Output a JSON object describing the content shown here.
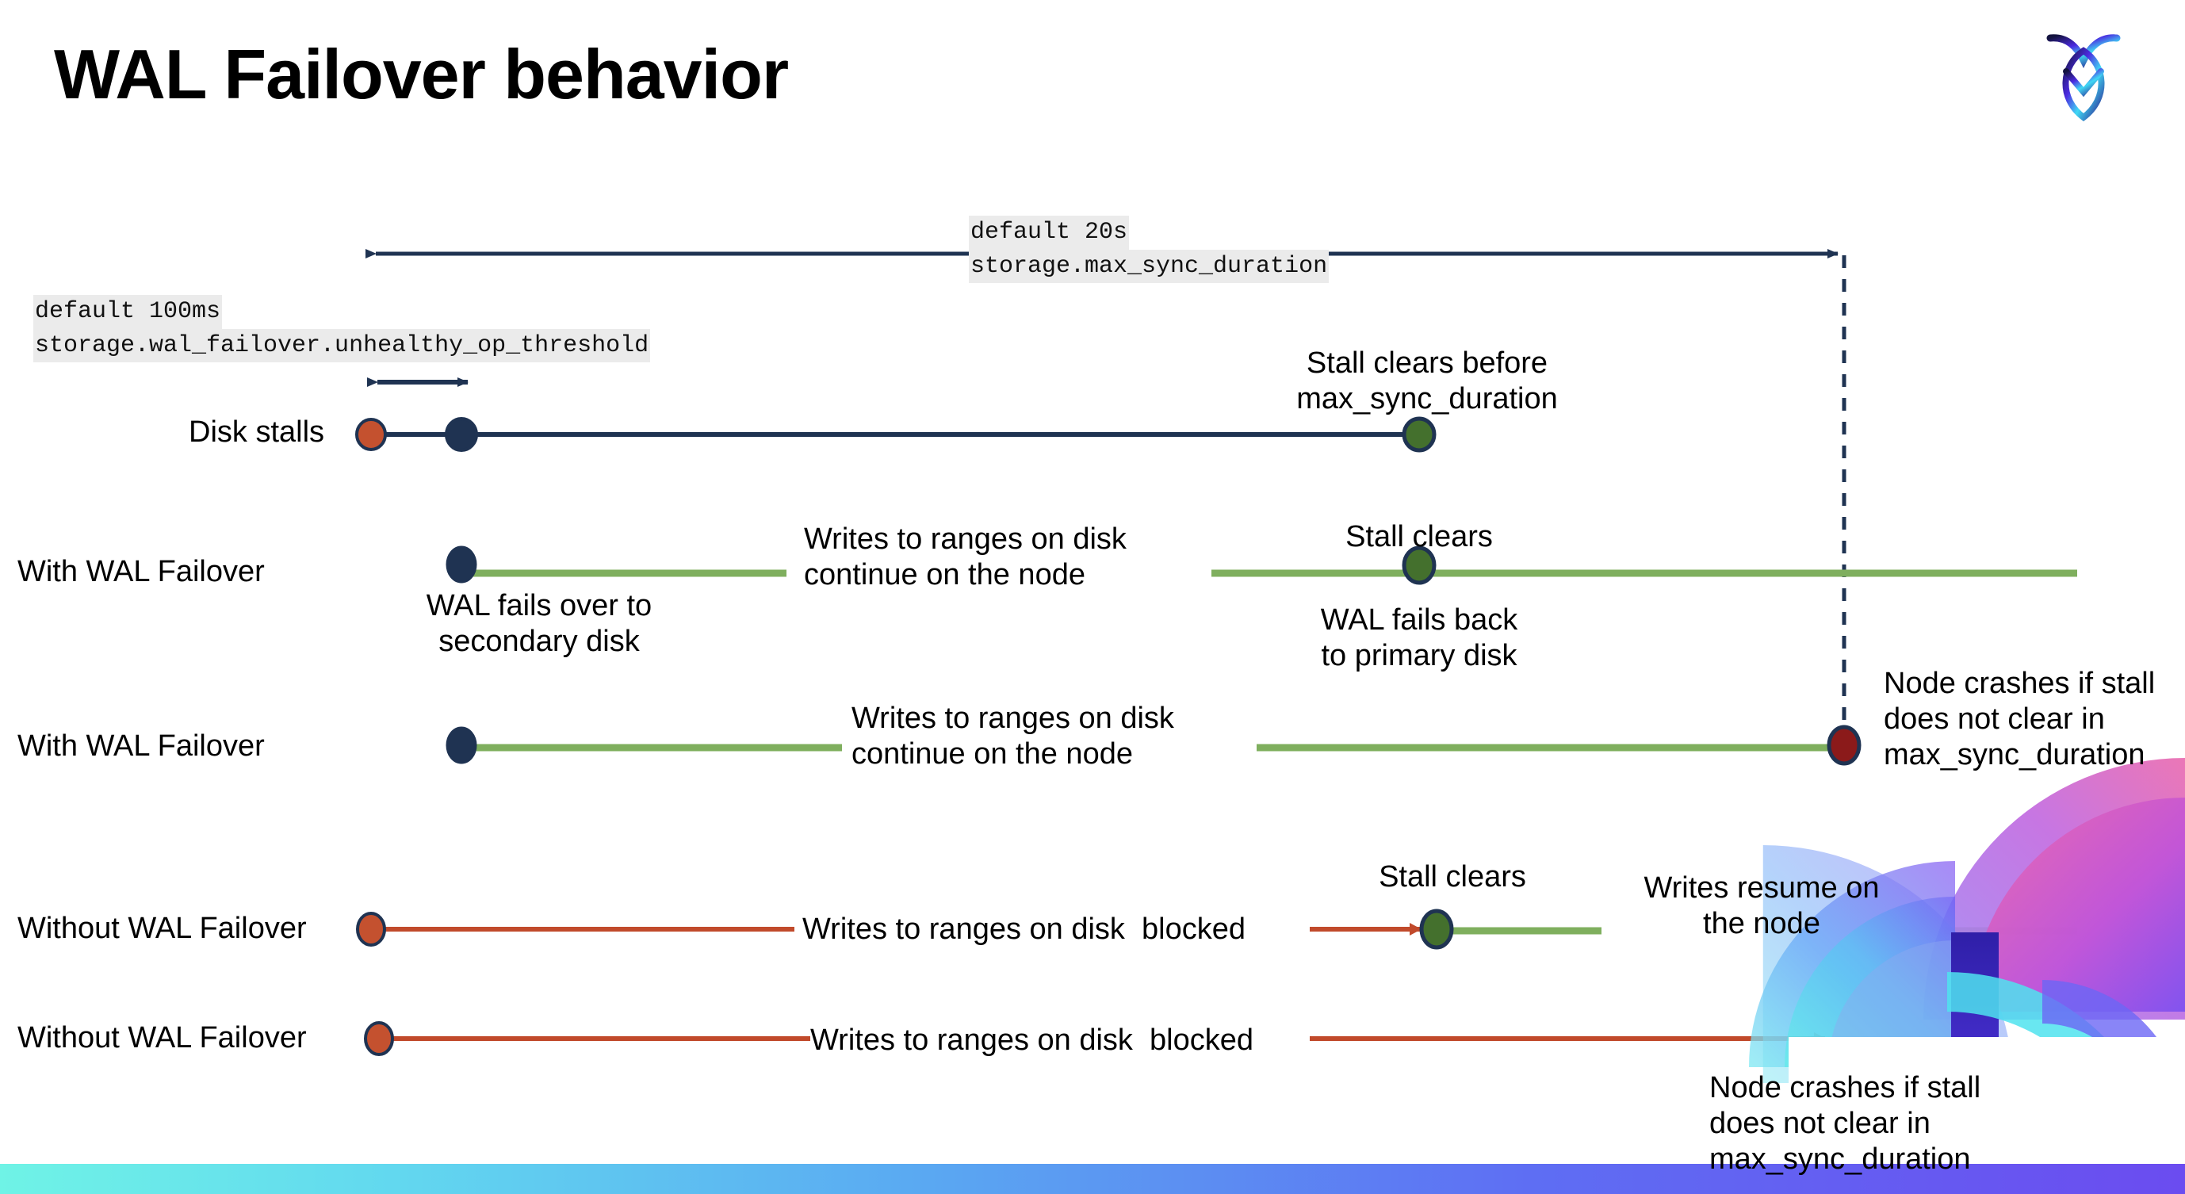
{
  "slide": {
    "title": "WAL Failover behavior",
    "logo_name": "cockroachdb-logo"
  },
  "annotations": {
    "max_sync": {
      "line1": "default 20s",
      "line2": "storage.max_sync_duration"
    },
    "unhealthy_op": {
      "line1": "default 100ms",
      "line2": "storage.wal_failover.unhealthy_op_threshold"
    }
  },
  "rows": [
    {
      "label": "Disk stalls",
      "notes": [
        {
          "text_line1": "Stall clears before",
          "text_line2": "max_sync_duration"
        }
      ]
    },
    {
      "label": "With WAL Failover",
      "notes": [
        {
          "text_line1": "WAL fails over to",
          "text_line2": "secondary disk"
        },
        {
          "text_line1": "Writes to ranges on disk",
          "text_line2": "continue on the node"
        },
        {
          "text_line1": "Stall clears",
          "text_line2": ""
        },
        {
          "text_line1": "WAL fails  back",
          "text_line2": "to primary disk"
        }
      ]
    },
    {
      "label": "With WAL Failover",
      "notes": [
        {
          "text_line1": "Writes to ranges on disk",
          "text_line2": "continue on the node"
        },
        {
          "text_line1": "Node crashes if stall",
          "text_line2": "does not clear in",
          "text_line3": "max_sync_duration"
        }
      ]
    },
    {
      "label": "Without WAL Failover",
      "notes": [
        {
          "text_line1": "Writes to ranges on disk  blocked",
          "text_line2": ""
        },
        {
          "text_line1": "Stall clears",
          "text_line2": ""
        },
        {
          "text_line1": "Writes resume on",
          "text_line2": "the node"
        }
      ]
    },
    {
      "label": "Without WAL Failover",
      "notes": [
        {
          "text_line1": "Writes to ranges on disk  blocked",
          "text_line2": ""
        },
        {
          "text_line1": "Node crashes if stall",
          "text_line2": "does not clear in",
          "text_line3": "max_sync_duration"
        }
      ]
    }
  ],
  "colors": {
    "navy": "#1F3352",
    "orange_dot": "#C4512F",
    "orange_line": "#C14A2B",
    "green_dot": "#44702D",
    "green_line": "#7FAF5E",
    "dark_red_dot": "#8B1A1A",
    "code_bg": "#EBEBEB",
    "text": "#000000"
  },
  "chart_data": {
    "type": "timeline",
    "title": "WAL Failover behavior",
    "xlabel": "",
    "ylabel": "",
    "annotations": [
      {
        "name": "storage.max_sync_duration",
        "value": "20s",
        "span": [
          460,
          2330
        ]
      },
      {
        "name": "storage.wal_failover.unhealthy_op_threshold",
        "value": "100ms",
        "span": [
          463,
          602
        ]
      }
    ],
    "series": [
      {
        "name": "Disk stalls",
        "segments": [
          {
            "from": 470,
            "to": 1790,
            "color": "#1F3352"
          }
        ],
        "markers": [
          {
            "x": 468,
            "type": "stall-start",
            "color": "#C4512F"
          },
          {
            "x": 582,
            "type": "threshold",
            "color": "#1F3352"
          },
          {
            "x": 1790,
            "type": "stall-clears",
            "color": "#44702D"
          }
        ]
      },
      {
        "name": "With WAL Failover",
        "segments": [
          {
            "from": 582,
            "to": 990,
            "color": "#7FAF5E"
          },
          {
            "from": 1528,
            "to": 2620,
            "color": "#7FAF5E"
          }
        ],
        "markers": [
          {
            "x": 582,
            "type": "failover",
            "color": "#1F3352"
          },
          {
            "x": 1790,
            "type": "stall-clears",
            "color": "#44702D"
          }
        ]
      },
      {
        "name": "With WAL Failover",
        "segments": [
          {
            "from": 582,
            "to": 1060,
            "color": "#7FAF5E"
          },
          {
            "from": 1585,
            "to": 2320,
            "color": "#7FAF5E"
          }
        ],
        "markers": [
          {
            "x": 582,
            "type": "failover",
            "color": "#1F3352"
          },
          {
            "x": 2326,
            "type": "node-crash",
            "color": "#8B1A1A"
          }
        ]
      },
      {
        "name": "Without WAL Failover",
        "segments": [
          {
            "from": 470,
            "to": 1000,
            "color": "#C14A2B"
          },
          {
            "from": 1652,
            "to": 1800,
            "color": "#C14A2B"
          },
          {
            "from": 1820,
            "to": 2020,
            "color": "#7FAF5E"
          },
          {
            "from": 2450,
            "to": 2620,
            "color": "#7FAF5E"
          }
        ],
        "markers": [
          {
            "x": 468,
            "type": "stall-start",
            "color": "#C4512F"
          },
          {
            "x": 1812,
            "type": "stall-clears",
            "color": "#44702D"
          }
        ]
      },
      {
        "name": "Without WAL Failover",
        "segments": [
          {
            "from": 480,
            "to": 1020,
            "color": "#C14A2B"
          },
          {
            "from": 1652,
            "to": 2310,
            "color": "#C14A2B"
          }
        ],
        "markers": [
          {
            "x": 478,
            "type": "stall-start",
            "color": "#C4512F"
          },
          {
            "x": 2326,
            "type": "node-crash",
            "color": "#8B1A1A"
          }
        ]
      }
    ]
  }
}
